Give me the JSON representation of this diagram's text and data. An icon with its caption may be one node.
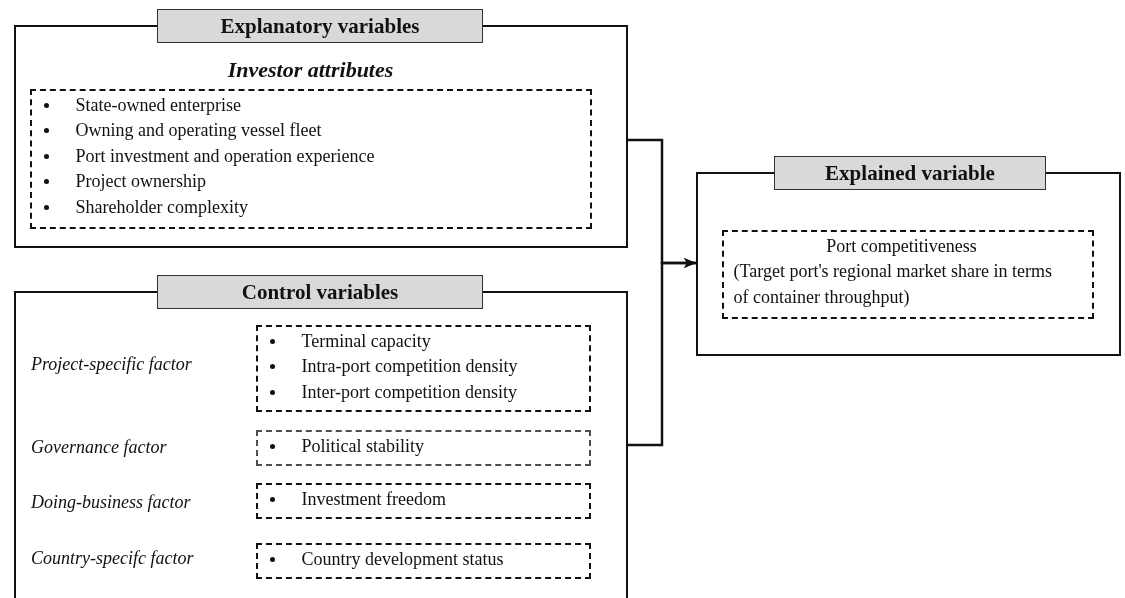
{
  "diagram": {
    "nodes": [
      {
        "text": [
          "Explanatory variables"
        ]
      },
      {
        "text": [
          "Investor attributes",
          "State-owned enterprise",
          "Owning and operating vessel fleet",
          "Port investment and operation experience",
          "Project ownership",
          "Shareholder complexity"
        ],
        "in": 0
      },
      {
        "text": [
          "Control variables"
        ]
      },
      {
        "text": [
          "Terminal capacity",
          "Intra-port competition density",
          "Inter-port competition density"
        ],
        "in": 2
      },
      {
        "text": [
          "Political stability"
        ],
        "in": 2
      },
      {
        "text": [
          "Investment freedom"
        ],
        "in": 2
      },
      {
        "text": [
          "Country development status"
        ],
        "in": 2
      },
      {
        "text": [
          "Explained variable"
        ]
      },
      {
        "text": [
          "Port competitiveness",
          "(Target port's regional market share in terms of container throughput)"
        ],
        "in": 7
      }
    ],
    "edges": [
      {
        "from": 0,
        "to": 7,
        "arrow": "to"
      },
      {
        "from": 2,
        "to": 7,
        "arrow": "to"
      }
    ],
    "labels": [
      "Project-specific factor",
      "Governance factor",
      "Doing-business factor",
      "Country-specifc factor"
    ]
  }
}
